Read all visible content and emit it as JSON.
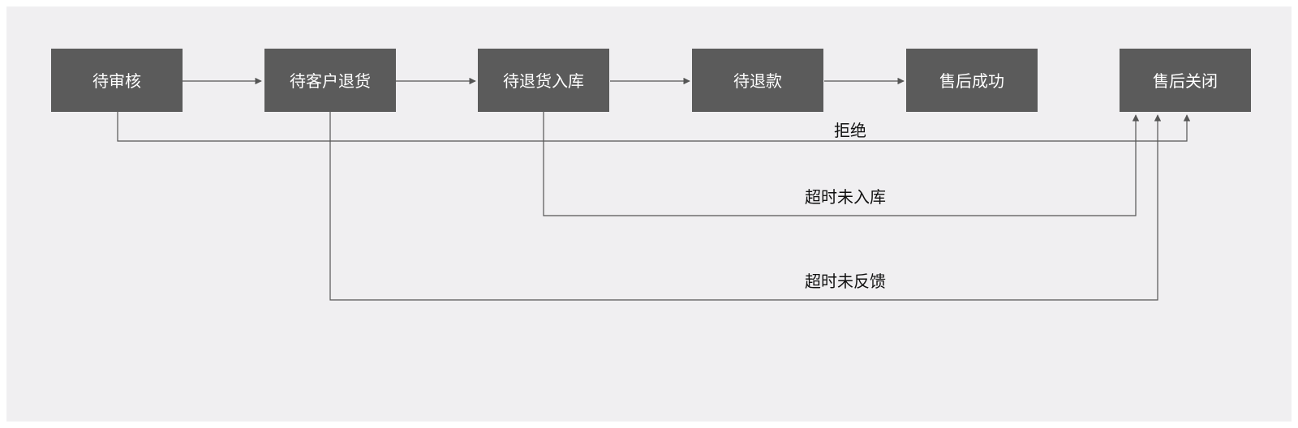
{
  "colors": {
    "background": "#f0eff1",
    "node_fill": "#5b5b5b",
    "node_text": "#ffffff",
    "line": "#555555",
    "label_text": "#111111"
  },
  "nodes": {
    "pending_review": "待审核",
    "pending_customer_return": "待客户退货",
    "pending_warehousing": "待退货入库",
    "pending_refund": "待退款",
    "aftersale_success": "售后成功",
    "aftersale_closed": "售后关闭"
  },
  "edge_labels": {
    "reject": "拒绝",
    "timeout_not_warehoused": "超时未入库",
    "timeout_no_feedback": "超时未反馈"
  }
}
